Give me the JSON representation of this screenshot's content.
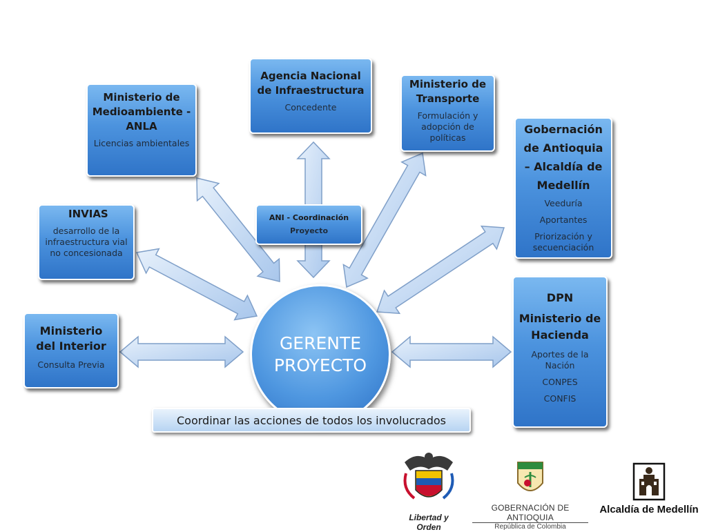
{
  "center": {
    "label": "GERENTE\nPROYECTO"
  },
  "coordinator": {
    "title": "ANI - Coordinación",
    "subtitle": "Proyecto"
  },
  "nodes": {
    "medioambiente": {
      "title": "Ministerio de Medioambiente - ANLA",
      "lines": [
        "Licencias ambientales"
      ]
    },
    "agencia": {
      "title": "Agencia Nacional de Infraestructura",
      "lines": [
        "Concedente"
      ]
    },
    "transporte": {
      "title": "Ministerio de Transporte",
      "lines": [
        "Formulación y adopción de políticas"
      ]
    },
    "gobernacion": {
      "title": "Gobernación de Antioquia – Alcaldía de Medellín",
      "lines": [
        "Veeduría",
        "Aportantes",
        "Priorización y secuenciación"
      ]
    },
    "invias": {
      "title": "INVIAS",
      "lines": [
        "desarrollo de la infraestructura vial no concesionada"
      ]
    },
    "interior": {
      "title": "Ministerio del Interior",
      "lines": [
        "Consulta Previa"
      ]
    },
    "hacienda": {
      "title1": "DPN",
      "title2": "Ministerio de Hacienda",
      "lines": [
        "Aportes de la Nación",
        "CONPES",
        "CONFIS"
      ]
    }
  },
  "bottom_bar": "Coordinar las acciones de todos los involucrados",
  "logos": {
    "colombia": {
      "motto": "Libertad y Orden"
    },
    "antioquia": {
      "name": "GOBERNACIÓN DE ANTIOQUIA",
      "country": "República de Colombia"
    },
    "medellin": {
      "name": "Alcaldía de Medellín"
    }
  },
  "colors": {
    "box": "#4c93de",
    "box_dark": "#2f74c8",
    "arrow": "#c4d9f3"
  }
}
